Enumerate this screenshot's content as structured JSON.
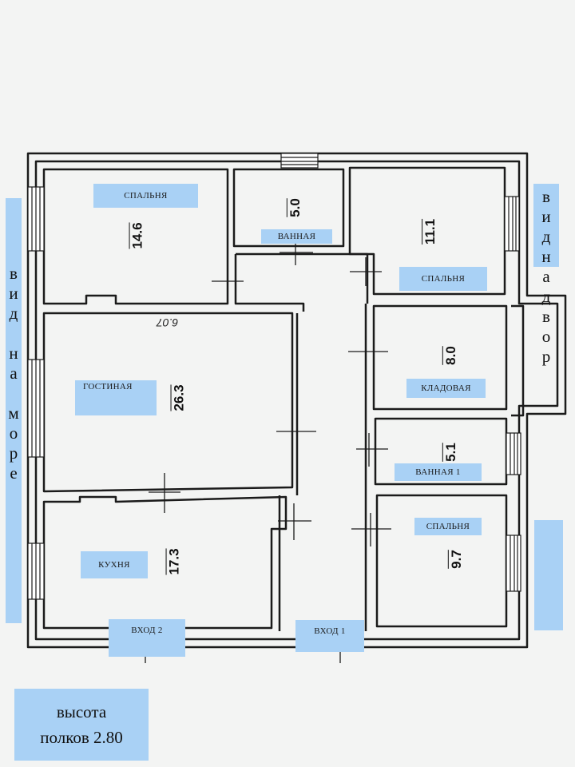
{
  "rooms": {
    "bedroom_nw": {
      "label": "СПАЛЬНЯ",
      "area": "14.6"
    },
    "bathroom": {
      "label": "ВАННАЯ",
      "area": "5.0"
    },
    "bedroom_ne": {
      "label": "СПАЛЬНЯ",
      "area": "11.1"
    },
    "living": {
      "label": "ГОСТИНАЯ",
      "area": "26.3",
      "dimension": "6.07"
    },
    "storage": {
      "label": "КЛАДОВАЯ",
      "area": "8.0"
    },
    "bathroom1": {
      "label": "ВАННАЯ 1",
      "area": "5.1"
    },
    "kitchen": {
      "label": "КУХНЯ",
      "area": "17.3"
    },
    "bedroom_se": {
      "label": "СПАЛЬНЯ",
      "area": "9.7"
    }
  },
  "entrances": {
    "entrance1": "ВХОД 1",
    "entrance2": "ВХОД 2"
  },
  "views": {
    "sea": [
      "в",
      "и",
      "д",
      "",
      "н",
      "а",
      "",
      "м",
      "о",
      "р",
      "е"
    ],
    "yard": [
      "в",
      "и",
      "д",
      "н",
      "а",
      "д",
      "в",
      "о",
      "р"
    ]
  },
  "ceiling": {
    "line1": "высота",
    "line2": "полков 2.80"
  },
  "colors": {
    "label_bg": "#a9d1f5",
    "wall": "#1b1b1b",
    "paper": "#f3f4f3"
  }
}
